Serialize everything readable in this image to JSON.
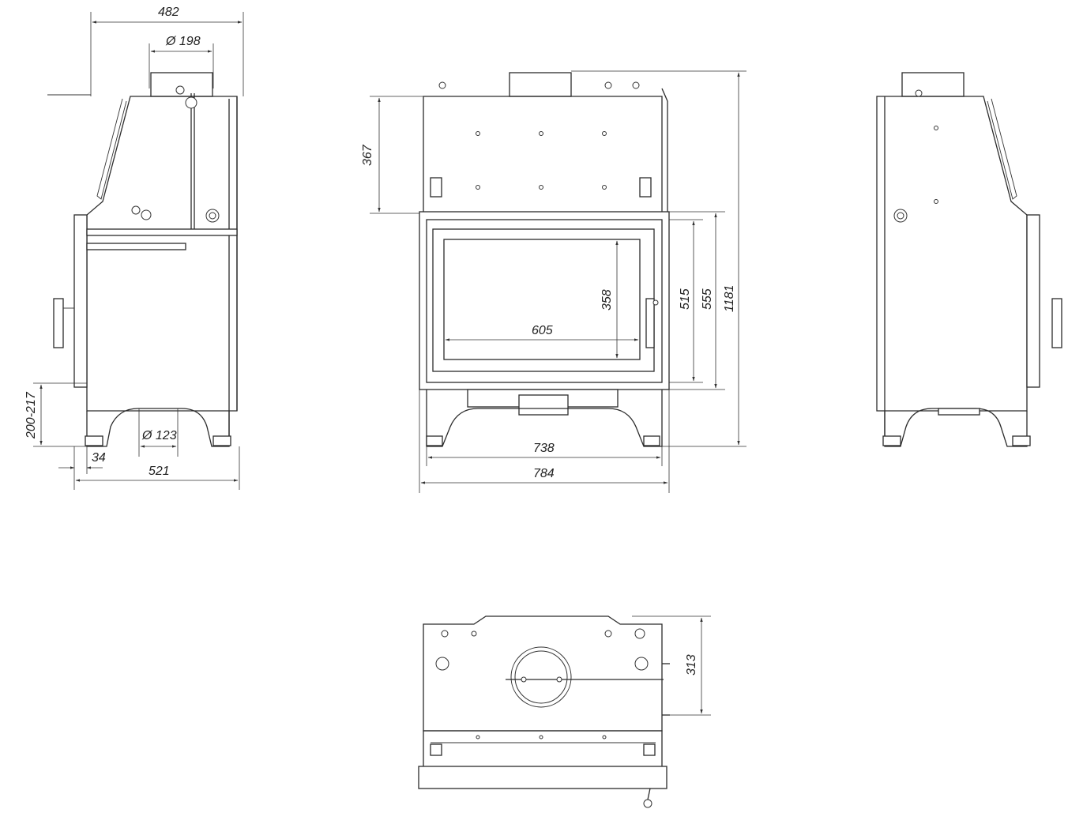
{
  "dimensions": {
    "side_left": {
      "overall_depth": "482",
      "flue_diameter": "Ø 198",
      "air_inlet_diameter": "Ø 123",
      "leg_height_range": "200-217",
      "offset": "34",
      "base_depth": "521"
    },
    "front": {
      "top_height": "367",
      "glass_height": "358",
      "glass_width": "605",
      "door_height": "515",
      "opening_height": "555",
      "total_height": "1181",
      "inner_width": "738",
      "total_width": "784"
    },
    "top": {
      "depth": "313"
    }
  }
}
